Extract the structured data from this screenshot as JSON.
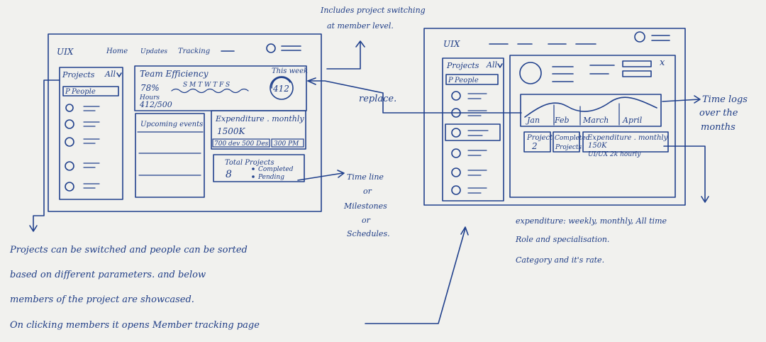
{
  "left_mock": {
    "logo": "UIX",
    "nav": [
      "Home",
      "Updates",
      "Tracking"
    ],
    "projects_header": "Projects",
    "all_filter": "All",
    "people_chip": "People",
    "team_efficiency_title": "Team Efficiency",
    "efficiency_value": "78%",
    "days": "S  M  T  W  T  F  S",
    "hours_label": "Hours",
    "hours_value": "412/500",
    "this_week_label": "This week",
    "this_week_value": "412",
    "upcoming_events": "Upcoming events",
    "expenditure_title": "Expenditure . monthly",
    "expenditure_value": "1500K",
    "expenditure_breakdown_a": "700 dev  500 Des",
    "expenditure_breakdown_b": "300 PM",
    "total_projects_label": "Total Projects",
    "total_projects_value": "8",
    "completed_label": "Completed",
    "pending_label": "Pending"
  },
  "right_mock": {
    "logo": "UIX",
    "projects_header": "Projects",
    "all_filter": "All",
    "people_chip": "People",
    "close_icon": "x",
    "months": [
      "Jan",
      "Feb",
      "March",
      "April"
    ],
    "project_label": "Project",
    "project_value": "2",
    "completed_label": "Completed",
    "completed_sub": "Projects",
    "expenditure_title": "Expenditure . monthly",
    "expenditure_value": "150K",
    "role_line": "UI/UX     2k hourly"
  },
  "annotations": {
    "top_note": [
      "Includes project switching",
      "at member level."
    ],
    "replace_note": "replace.",
    "timeline_note": [
      "Time line",
      "or",
      "Milestones",
      "or",
      "Schedules."
    ],
    "time_logs_note": [
      "Time logs",
      "over the",
      "months"
    ],
    "expenditure_note": [
      "expenditure: weekly, monthly, All time",
      "Role and specialisation.",
      "Category and it's rate."
    ],
    "projects_note": [
      "Projects can be switched and people can be sorted",
      "based on different parameters. and below",
      "members of the project are showcased.",
      "On clicking members it opens Member tracking page"
    ]
  },
  "colors": {
    "ink": "#20408c",
    "paper": "#f1f1ee"
  }
}
